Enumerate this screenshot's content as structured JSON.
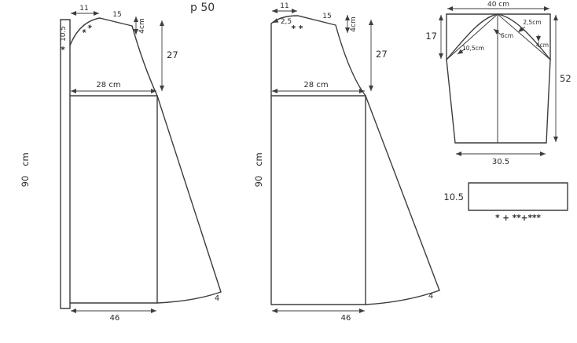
{
  "title": "p 50",
  "back": {
    "neck_width": "11",
    "neck_depth": "10.5",
    "fold_mark": "*",
    "neck_marks": "* *",
    "shoulder_len": "15",
    "shoulder_drop": "4cm",
    "armhole_depth": "27",
    "bust_width": "28 cm",
    "length_unit": "cm",
    "length": "90",
    "hem_width": "46",
    "hem_flare": "4"
  },
  "front": {
    "neck_width": "11",
    "neck_depth": "2,5",
    "neck_marks": "* *",
    "shoulder_len": "15",
    "shoulder_drop": "4cm",
    "armhole_depth": "27",
    "bust_width": "28 cm",
    "length_unit": "cm",
    "length": "90",
    "hem_width": "46",
    "hem_flare": "4"
  },
  "sleeve": {
    "top_width": "40 cm",
    "cap_side_height": "17",
    "side_length": "52",
    "bottom_width": "30.5",
    "note_lower_left": "10,5cm",
    "note_middle": "6cm",
    "note_upper_right": "2,5cm",
    "note_right": "4cm"
  },
  "band": {
    "height": "10.5",
    "marks": "* + **+***"
  },
  "colors": {
    "line": "#3d3d3d",
    "text": "#2b2b2b",
    "background": "#ffffff"
  }
}
